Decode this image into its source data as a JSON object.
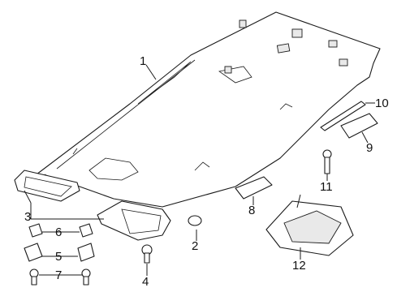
{
  "callouts": {
    "c1": "1",
    "c2": "2",
    "c3": "3",
    "c4": "4",
    "c5": "5",
    "c6": "6",
    "c7": "7",
    "c8": "8",
    "c9": "9",
    "c10": "10",
    "c11": "11",
    "c12": "12"
  },
  "colors": {
    "line": "#1a1a1a",
    "background": "#ffffff"
  }
}
